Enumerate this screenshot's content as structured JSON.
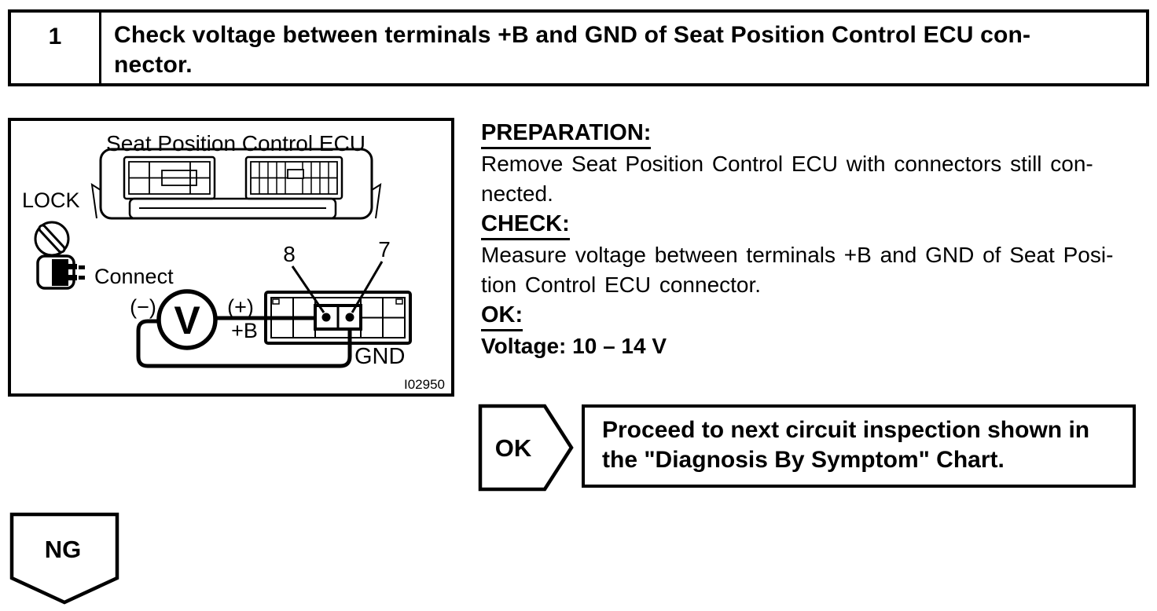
{
  "step": {
    "number": "1",
    "title_line1": "Check voltage between terminals +B and GND of Seat Position Control ECU con-",
    "title_line2": "nector."
  },
  "figure": {
    "title": "Seat Position Control ECU",
    "lock_label": "LOCK",
    "connect_label": "Connect",
    "meter_symbol": "V",
    "minus_label": "(−)",
    "plus_label": "(+)",
    "plus_b_label": "+B",
    "pin8_label": "8",
    "pin7_label": "7",
    "gnd_label": "GND",
    "figure_code": "I02950"
  },
  "instructions": {
    "preparation_heading": "PREPARATION:",
    "preparation_line1": "Remove Seat Position Control ECU with connectors still con-",
    "preparation_line2": "nected.",
    "check_heading": "CHECK:",
    "check_line1": "Measure voltage between terminals +B and GND of Seat Posi-",
    "check_line2": "tion Control ECU connector.",
    "ok_heading": "OK:",
    "ok_spec": "Voltage: 10 – 14 V"
  },
  "ok_branch": {
    "label": "OK",
    "action_line1": "Proceed to next circuit inspection shown in",
    "action_line2": "the \"Diagnosis By Symptom\" Chart."
  },
  "ng_branch": {
    "label": "NG"
  },
  "colors": {
    "ink": "#000000",
    "paper": "#ffffff"
  }
}
